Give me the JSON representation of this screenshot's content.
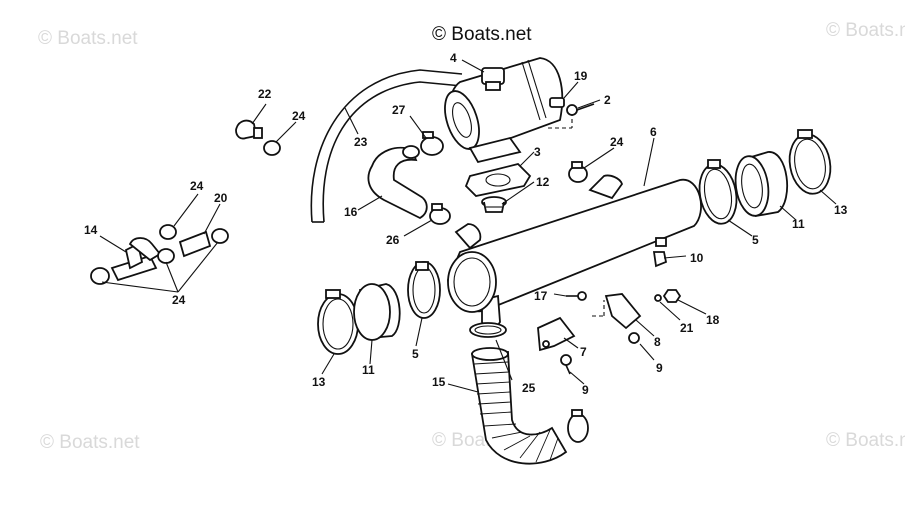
{
  "watermarks": {
    "main": "© Boats.net",
    "faint": "© Boats.net"
  },
  "part_labels": {
    "p2": "2",
    "p3": "3",
    "p4": "4",
    "p5a": "5",
    "p5b": "5",
    "p6": "6",
    "p7": "7",
    "p8": "8",
    "p9a": "9",
    "p9b": "9",
    "p10": "10",
    "p11a": "11",
    "p11b": "11",
    "p12": "12",
    "p13a": "13",
    "p13b": "13",
    "p14": "14",
    "p15": "15",
    "p16": "16",
    "p17": "17",
    "p18": "18",
    "p19": "19",
    "p20": "20",
    "p21": "21",
    "p22": "22",
    "p23": "23",
    "p24a": "24",
    "p24b": "24",
    "p24c": "24",
    "p24d": "24",
    "p25": "25",
    "p26": "26",
    "p27": "27"
  }
}
